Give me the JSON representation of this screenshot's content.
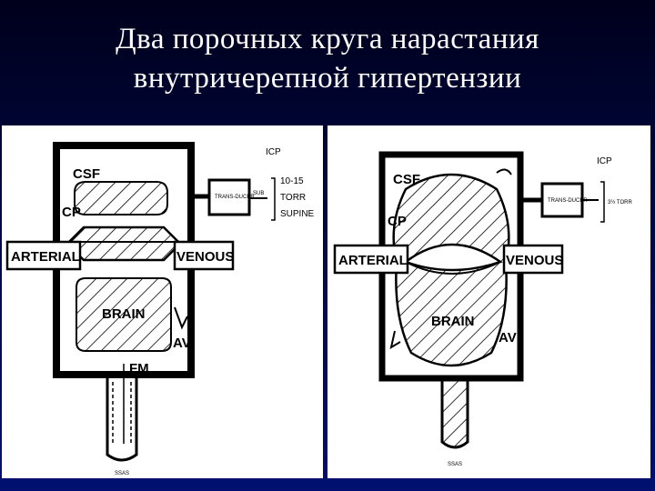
{
  "slide": {
    "title_line1": "Два порочных круга нарастания",
    "title_line2": "внутричерепной гипертензии",
    "background_color": "#000a4a",
    "title_color": "#ffffff"
  },
  "left_diagram": {
    "csf": "CSF",
    "cp": "CP",
    "arterial": "ARTERIAL",
    "venous": "VENOUS",
    "brain": "BRAIN",
    "av": "AV",
    "fm": "FM",
    "icp": "ICP",
    "icp_range": "10-15",
    "torr": "TORR",
    "supine": "SUPINE",
    "transducer": "TRANS-DUCER",
    "sub": "SUB",
    "sas": "SSAS"
  },
  "right_diagram": {
    "csf": "CSF",
    "cp": "CP",
    "arterial": "ARTERIAL",
    "venous": "VENOUS",
    "brain": "BRAIN",
    "av": "AV",
    "icp": "ICP",
    "transducer": "TRANS-DUCER",
    "pressure": "3½ TORR",
    "sas": "SSAS"
  }
}
